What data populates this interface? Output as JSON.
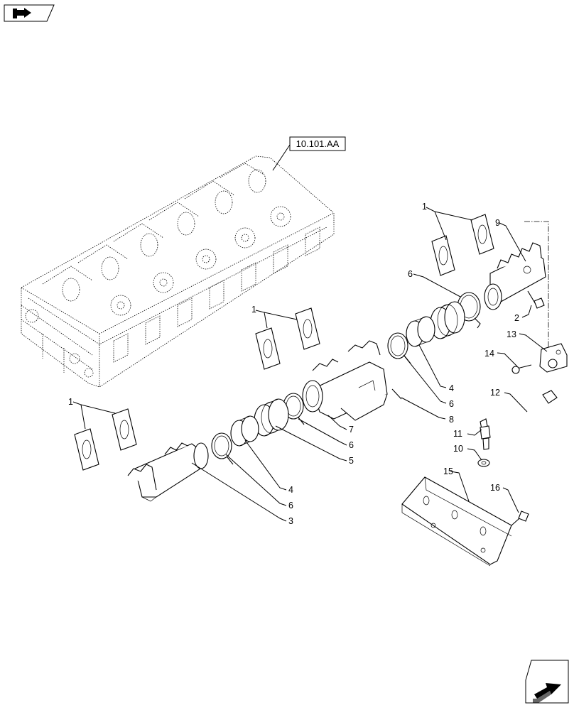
{
  "header": {
    "nav_back_icon": "book-arrow-icon"
  },
  "footer": {
    "nav_next_icon": "page-arrow-icon"
  },
  "reference": {
    "label": "10.101.AA"
  },
  "callouts": [
    {
      "id": "c1a",
      "text": "1"
    },
    {
      "id": "c1b",
      "text": "1"
    },
    {
      "id": "c1c",
      "text": "1"
    },
    {
      "id": "c2",
      "text": "2"
    },
    {
      "id": "c3",
      "text": "3"
    },
    {
      "id": "c4a",
      "text": "4"
    },
    {
      "id": "c4b",
      "text": "4"
    },
    {
      "id": "c5",
      "text": "5"
    },
    {
      "id": "c6a",
      "text": "6"
    },
    {
      "id": "c6b",
      "text": "6"
    },
    {
      "id": "c6c",
      "text": "6"
    },
    {
      "id": "c6d",
      "text": "6"
    },
    {
      "id": "c7",
      "text": "7"
    },
    {
      "id": "c8",
      "text": "8"
    },
    {
      "id": "c9",
      "text": "9"
    },
    {
      "id": "c10",
      "text": "10"
    },
    {
      "id": "c11",
      "text": "11"
    },
    {
      "id": "c12",
      "text": "12"
    },
    {
      "id": "c13",
      "text": "13"
    },
    {
      "id": "c14",
      "text": "14"
    },
    {
      "id": "c15",
      "text": "15"
    },
    {
      "id": "c16",
      "text": "16"
    }
  ]
}
